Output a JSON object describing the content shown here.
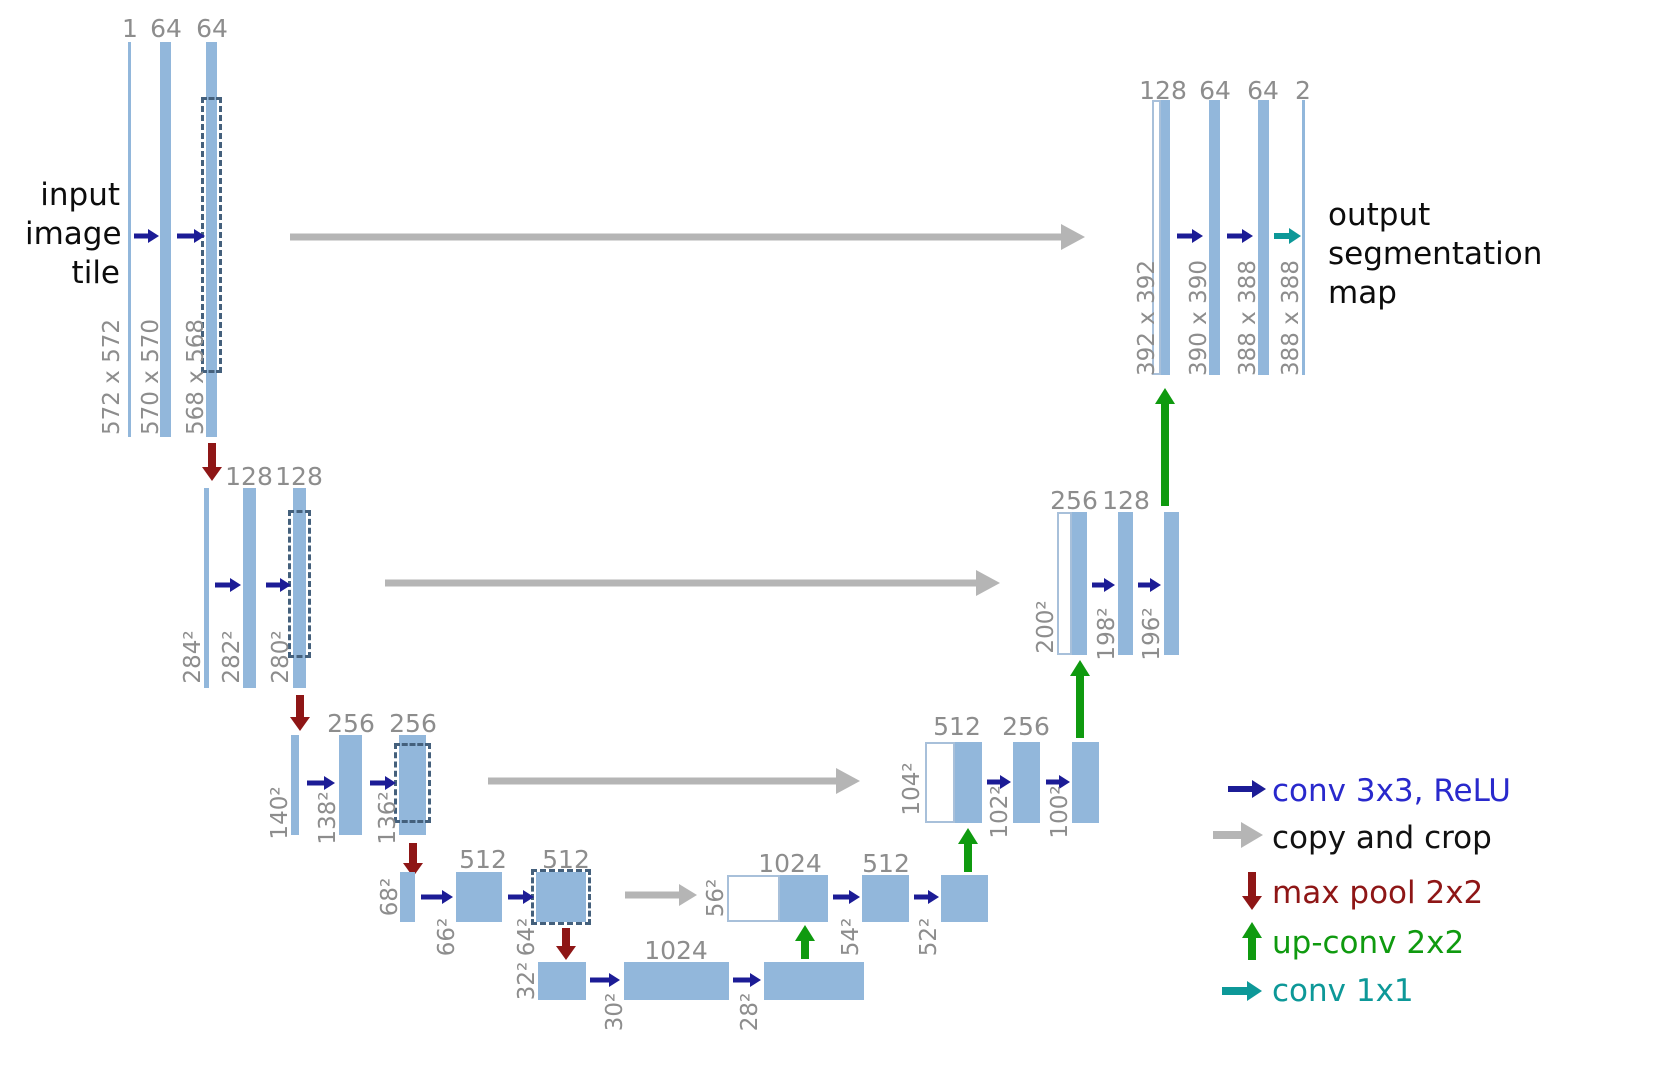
{
  "labels": {
    "input": "input image tile",
    "output": "output segmentation map"
  },
  "encoder": {
    "l1": {
      "channels": [
        "1",
        "64",
        "64"
      ],
      "dims": [
        "572 x 572",
        "570 x 570",
        "568 x 568"
      ]
    },
    "l2": {
      "channels": [
        "128",
        "128"
      ],
      "dims": [
        "284²",
        "282²",
        "280²"
      ]
    },
    "l3": {
      "channels": [
        "256",
        "256"
      ],
      "dims": [
        "140²",
        "138²",
        "136²"
      ]
    },
    "l4": {
      "channels": [
        "512",
        "512"
      ],
      "dims": [
        "68²",
        "66²",
        "64²"
      ]
    },
    "bottleneck": {
      "channels": [
        "1024"
      ],
      "dims": [
        "32²",
        "30²",
        "28²"
      ]
    }
  },
  "decoder": {
    "l4": {
      "channels": [
        "1024",
        "512"
      ],
      "dims": [
        "56²",
        "54²",
        "52²"
      ]
    },
    "l3": {
      "channels": [
        "512",
        "256"
      ],
      "dims": [
        "104²",
        "102²",
        "100²"
      ]
    },
    "l2": {
      "channels": [
        "256",
        "128"
      ],
      "dims": [
        "200²",
        "198²",
        "196²"
      ]
    },
    "l1": {
      "channels": [
        "128",
        "64",
        "64",
        "2"
      ],
      "dims": [
        "392 x 392",
        "390 x 390",
        "388 x 388",
        "388 x 388"
      ]
    }
  },
  "legend": {
    "conv": "conv 3x3, ReLU",
    "copy": "copy and crop",
    "maxpool": "max pool 2x2",
    "upconv": "up-conv 2x2",
    "conv1x1": "conv 1x1"
  },
  "colors": {
    "bar": "#92b7db",
    "conv": "#1c1c96",
    "conv_text": "#2929cc",
    "copy": "#b5b5b5",
    "maxpool": "#8e1616",
    "upconv": "#0f9a0f",
    "conv1x1": "#0d9898"
  }
}
